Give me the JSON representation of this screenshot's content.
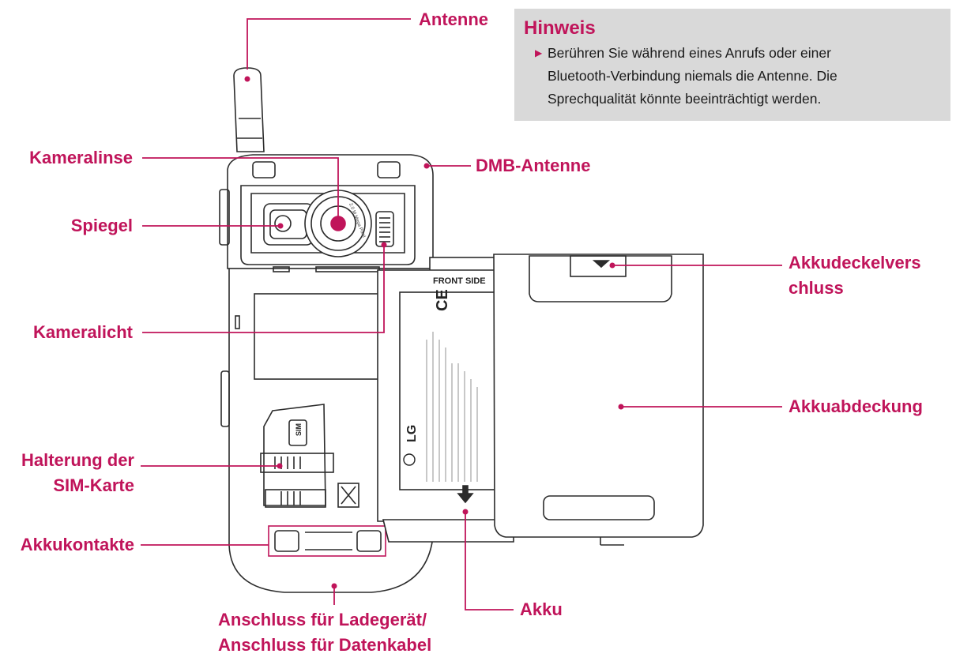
{
  "note": {
    "title": "Hinweis",
    "lines": [
      "Berühren Sie während eines Anrufs oder einer",
      "Bluetooth-Verbindung niemals die Antenne. Die",
      "Sprechqualität könnte beeinträchtigt werden."
    ]
  },
  "labels": {
    "antenne": "Antenne",
    "kameralinse": "Kameralinse",
    "dmb_antenne": "DMB-Antenne",
    "spiegel": "Spiegel",
    "akkudeckelverschluss_1": "Akkudeckelvers",
    "akkudeckelverschluss_2": "chluss",
    "kameralicht": "Kameralicht",
    "akkuabdeckung": "Akkuabdeckung",
    "sim_halterung_1": "Halterung der",
    "sim_halterung_2": "SIM-Karte",
    "akkukontakte": "Akkukontakte",
    "akku": "Akku",
    "anschluss_1": "Anschluss für Ladegerät/",
    "anschluss_2": "Anschluss für Datenkabel"
  },
  "phone_printed_text": {
    "front_side": "FRONT SIDE",
    "sim": "SIM",
    "brand": "LG",
    "ce": "CE",
    "lens_ring": "2.0 M Mega Pixel"
  },
  "colors": {
    "accent": "#c0145a",
    "note_background": "#d9d9d9",
    "line_art": "#2b2b2b"
  }
}
